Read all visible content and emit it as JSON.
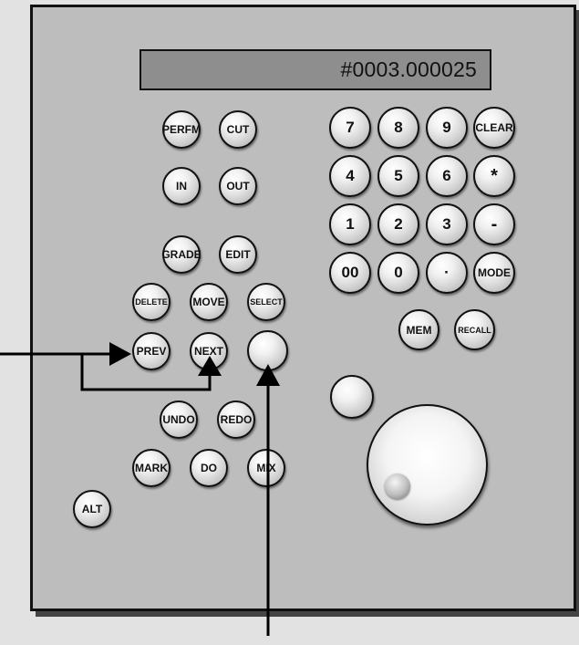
{
  "display": {
    "text": "#0003.000025"
  },
  "buttons": {
    "perfm": "PERFM",
    "cut": "CUT",
    "in": "IN",
    "out": "OUT",
    "grade": "GRADE",
    "edit": "EDIT",
    "delete": "DELETE",
    "move": "MOVE",
    "select": "SELECT",
    "prev": "PREV",
    "next": "NEXT",
    "blank": "",
    "undo": "UNDO",
    "redo": "REDO",
    "mark": "MARK",
    "do": "DO",
    "mix": "MIX",
    "alt": "ALT",
    "mem": "MEM",
    "recall": "RECALL"
  },
  "keypad": {
    "k7": "7",
    "k8": "8",
    "k9": "9",
    "clear": "CLEAR",
    "k4": "4",
    "k5": "5",
    "k6": "6",
    "star": "*",
    "k1": "1",
    "k2": "2",
    "k3": "3",
    "minus": "-",
    "k00": "00",
    "k0": "0",
    "dot": "·",
    "mode": "MODE"
  }
}
